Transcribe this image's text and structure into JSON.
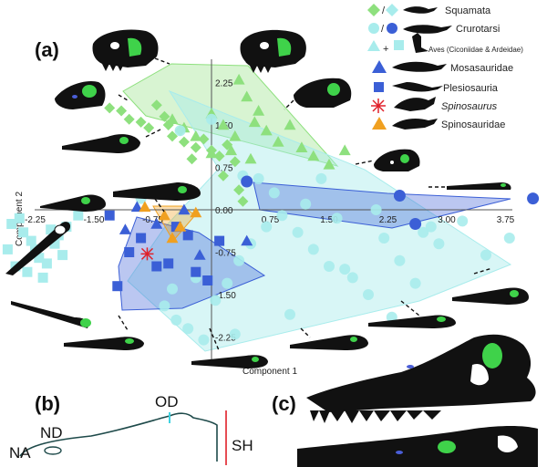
{
  "panels": {
    "a": "(a)",
    "b": "(b)",
    "c": "(c)"
  },
  "colors": {
    "squamata": "#8ee07e",
    "crurotarsi": "#a8ecec",
    "aves": "#a8ecec",
    "mosasauridae": "#3b5fd6",
    "plesiosauria": "#3b5fd6",
    "spinosaurus": "#e0202a",
    "spinosauridae": "#f0a020",
    "skull_fill": "#111111",
    "opening_green": "#3fd24a",
    "opening_blue": "#4a5ed8"
  },
  "legend": [
    {
      "label": "Squamata",
      "marker": "diamond"
    },
    {
      "label": "Crurotarsi",
      "marker": "circle"
    },
    {
      "label": "Aves (Ciconiidae & Ardeidae)",
      "marker": "triangle"
    },
    {
      "label": "Mosasauridae",
      "marker": "triangle"
    },
    {
      "label": "Plesiosauria",
      "marker": "square"
    },
    {
      "label": "Spinosaurus",
      "marker": "asterisk"
    },
    {
      "label": "Spinosauridae",
      "marker": "triangle"
    }
  ],
  "chart_data": {
    "type": "scatter",
    "title": "",
    "xlabel": "Component 1",
    "ylabel": "Component 2",
    "xlim": [
      -2.9,
      4.3
    ],
    "ylim": [
      -2.55,
      2.6
    ],
    "xticks": [
      -2.25,
      -1.5,
      -0.75,
      0.75,
      1.5,
      2.25,
      3.0,
      3.75
    ],
    "yticks": [
      2.25,
      1.5,
      0.75,
      0.0,
      -0.75,
      -1.5,
      -2.25
    ],
    "xtick_labels": [
      "-2.25",
      "-1.50",
      "-0.75",
      "0.75",
      "1.50",
      "2.25",
      "3.00",
      "3.75"
    ],
    "ytick_labels": [
      "2.25",
      "1.50",
      "0.75",
      "0.00",
      "-0.75",
      "-1.50",
      "-2.25"
    ],
    "grid": false,
    "series": [
      {
        "name": "Squamata",
        "marker": "diamond",
        "x": [
          -1.3,
          -1.15,
          -1.05,
          -0.9,
          -0.8,
          -0.7,
          -0.55,
          -0.4,
          -0.35,
          -0.2,
          -0.1,
          0.0,
          0.1,
          0.2,
          0.3,
          -0.6,
          -0.5,
          -0.25,
          0.15,
          0.35,
          0.4
        ],
        "y": [
          1.8,
          1.75,
          1.6,
          1.55,
          1.45,
          1.85,
          1.5,
          1.4,
          1.2,
          1.1,
          1.25,
          1.05,
          0.95,
          1.15,
          0.85,
          1.65,
          1.3,
          0.9,
          0.6,
          0.35,
          0.15
        ]
      },
      {
        "name": "Squamata (triangles)",
        "marker": "triangle",
        "x": [
          -0.5,
          -0.35,
          -0.2,
          0.0,
          0.15,
          0.3,
          0.35,
          0.45,
          0.55,
          0.7,
          0.85,
          1.0,
          1.15,
          1.3,
          1.5,
          1.7,
          0.6,
          0.25,
          0.0,
          0.5
        ],
        "y": [
          1.6,
          1.45,
          1.3,
          1.7,
          1.5,
          1.3,
          2.3,
          2.0,
          1.55,
          1.4,
          1.2,
          1.5,
          1.1,
          0.95,
          0.8,
          1.05,
          1.75,
          1.05,
          1.0,
          0.9
        ]
      },
      {
        "name": "Crurotarsi",
        "marker": "circle",
        "x": [
          -0.6,
          -0.45,
          -0.3,
          -0.1,
          0.05,
          0.2,
          0.35,
          0.5,
          0.7,
          0.9,
          1.1,
          1.3,
          1.5,
          1.8,
          2.0,
          2.2,
          2.4,
          2.6,
          2.9,
          3.2,
          3.5,
          3.8,
          -0.4,
          0.0,
          0.4,
          0.8,
          1.2,
          1.6,
          2.1,
          2.7,
          -0.5,
          -0.2,
          0.3,
          1.0,
          1.7,
          2.3,
          0.6,
          1.4,
          -0.9,
          2.8
        ],
        "y": [
          -1.7,
          -1.95,
          -2.1,
          -2.3,
          -1.6,
          -1.3,
          -0.9,
          -0.6,
          -0.3,
          -0.1,
          -0.4,
          -0.7,
          -1.0,
          -1.2,
          -1.5,
          -0.5,
          -0.9,
          -1.3,
          -0.6,
          -0.2,
          -0.8,
          -0.5,
          1.4,
          1.6,
          0.6,
          0.3,
          0.1,
          -0.15,
          0.0,
          -0.4,
          -1.4,
          -1.2,
          -2.2,
          -1.85,
          -1.05,
          -1.9,
          0.55,
          0.55,
          0.2,
          -0.3
        ]
      },
      {
        "name": "Crurotarsi (dark)",
        "marker": "circle",
        "x": [
          0.45,
          2.4,
          2.6,
          4.1
        ],
        "y": [
          0.5,
          0.25,
          -0.25,
          0.2
        ]
      },
      {
        "name": "Aves (Ciconiidae & Ardeidae)",
        "marker": "square",
        "x": [
          -2.55,
          -2.4,
          -2.3,
          -2.25,
          -2.2,
          -2.1,
          -2.0,
          -1.95,
          -1.85,
          -1.7,
          -2.5,
          -2.35,
          -2.15,
          -1.9,
          -2.05,
          -2.6,
          -2.45
        ],
        "y": [
          -0.25,
          -0.4,
          -0.55,
          -0.7,
          -0.85,
          -0.95,
          -0.6,
          -0.45,
          -0.3,
          -0.1,
          -1.0,
          -1.1,
          -1.2,
          -0.8,
          -0.35,
          -0.7,
          -0.15
        ]
      },
      {
        "name": "Mosasauridae",
        "marker": "triangle",
        "x": [
          -1.1,
          -0.7,
          -0.35,
          -0.15,
          0.45,
          -0.95
        ],
        "y": [
          -0.35,
          -0.25,
          0.0,
          -0.8,
          -0.55,
          0.05
        ]
      },
      {
        "name": "Plesiosauria",
        "marker": "square",
        "x": [
          -1.3,
          -1.2,
          -0.9,
          -0.7,
          -0.55,
          -0.45,
          -0.2,
          -0.05,
          0.1,
          -1.05,
          -0.3
        ],
        "y": [
          -0.1,
          -1.35,
          -0.5,
          -1.0,
          -0.95,
          -0.3,
          -1.1,
          -1.25,
          -0.55,
          -0.75,
          -0.45
        ]
      },
      {
        "name": "Spinosaurus",
        "marker": "asterisk",
        "x": [
          -0.82
        ],
        "y": [
          -0.78
        ]
      },
      {
        "name": "Spinosauridae",
        "marker": "triangle",
        "x": [
          -0.85,
          -0.6,
          -0.5,
          -0.4,
          -0.2
        ],
        "y": [
          0.05,
          -0.1,
          -0.5,
          -0.3,
          -0.05
        ]
      }
    ]
  },
  "panel_b": {
    "labels": {
      "od": "OD",
      "nd": "ND",
      "na": "NA",
      "sh": "SH"
    }
  }
}
